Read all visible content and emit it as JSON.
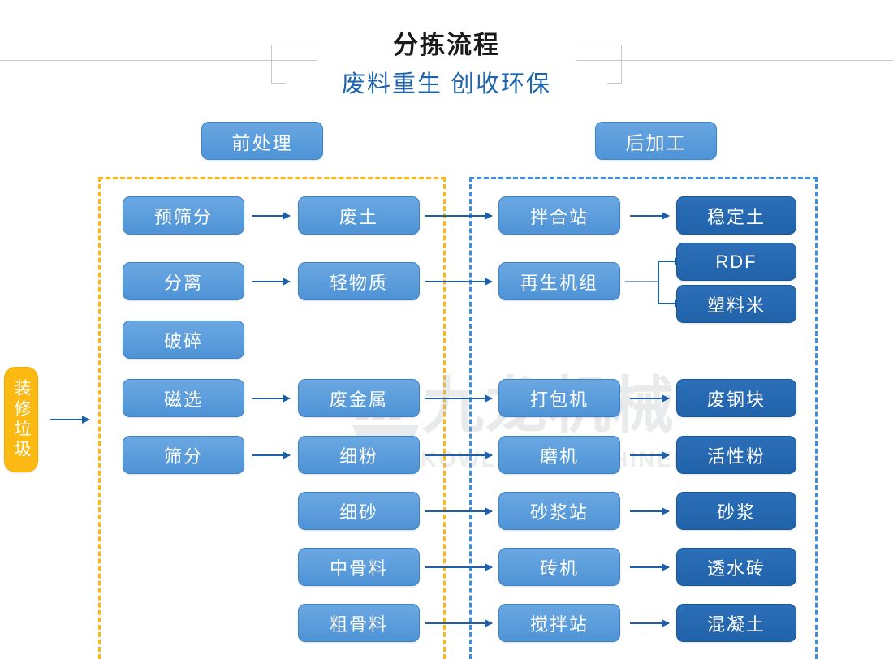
{
  "header": {
    "title": "分拣流程",
    "subtitle": "废料重生 创收环保"
  },
  "sections": {
    "pre_label": "前处理",
    "post_label": "后加工"
  },
  "input": {
    "label": "装修垃圾"
  },
  "colors": {
    "node_light": "#5f9fdd",
    "node_dark": "#2468b0",
    "input_yellow": "#fcb912",
    "zone_pre_border": "#fcb714",
    "zone_post_border": "#3e8ede",
    "arrow": "#1f5fa8",
    "subtitle": "#1c64ad",
    "title": "#1a1a1a"
  },
  "nodes": {
    "pre_process": [
      {
        "id": "a1",
        "label": "预筛分"
      },
      {
        "id": "a2",
        "label": "分离"
      },
      {
        "id": "a3",
        "label": "破碎"
      },
      {
        "id": "a4",
        "label": "磁选"
      },
      {
        "id": "a5",
        "label": "筛分"
      }
    ],
    "materials": [
      {
        "id": "b1",
        "label": "废土"
      },
      {
        "id": "b2",
        "label": "轻物质"
      },
      {
        "id": "b3",
        "label": "废金属"
      },
      {
        "id": "b4",
        "label": "细粉"
      },
      {
        "id": "b5",
        "label": "细砂"
      },
      {
        "id": "b6",
        "label": "中骨料"
      },
      {
        "id": "b7",
        "label": "粗骨料"
      }
    ],
    "equipment": [
      {
        "id": "c1",
        "label": "拌合站"
      },
      {
        "id": "c2",
        "label": "再生机组"
      },
      {
        "id": "c3",
        "label": "打包机"
      },
      {
        "id": "c4",
        "label": "磨机"
      },
      {
        "id": "c5",
        "label": "砂浆站"
      },
      {
        "id": "c6",
        "label": "砖机"
      },
      {
        "id": "c7",
        "label": "搅拌站"
      }
    ],
    "products": [
      {
        "id": "d1",
        "label": "稳定土"
      },
      {
        "id": "d2",
        "label": "RDF"
      },
      {
        "id": "d3",
        "label": "塑料米"
      },
      {
        "id": "d4",
        "label": "废钢块"
      },
      {
        "id": "d5",
        "label": "活性粉"
      },
      {
        "id": "d6",
        "label": "砂浆"
      },
      {
        "id": "d7",
        "label": "透水砖"
      },
      {
        "id": "d8",
        "label": "混凝土"
      }
    ]
  },
  "watermark": {
    "cn": "九龙机械",
    "en": "KOWLOONMACHINERY"
  }
}
